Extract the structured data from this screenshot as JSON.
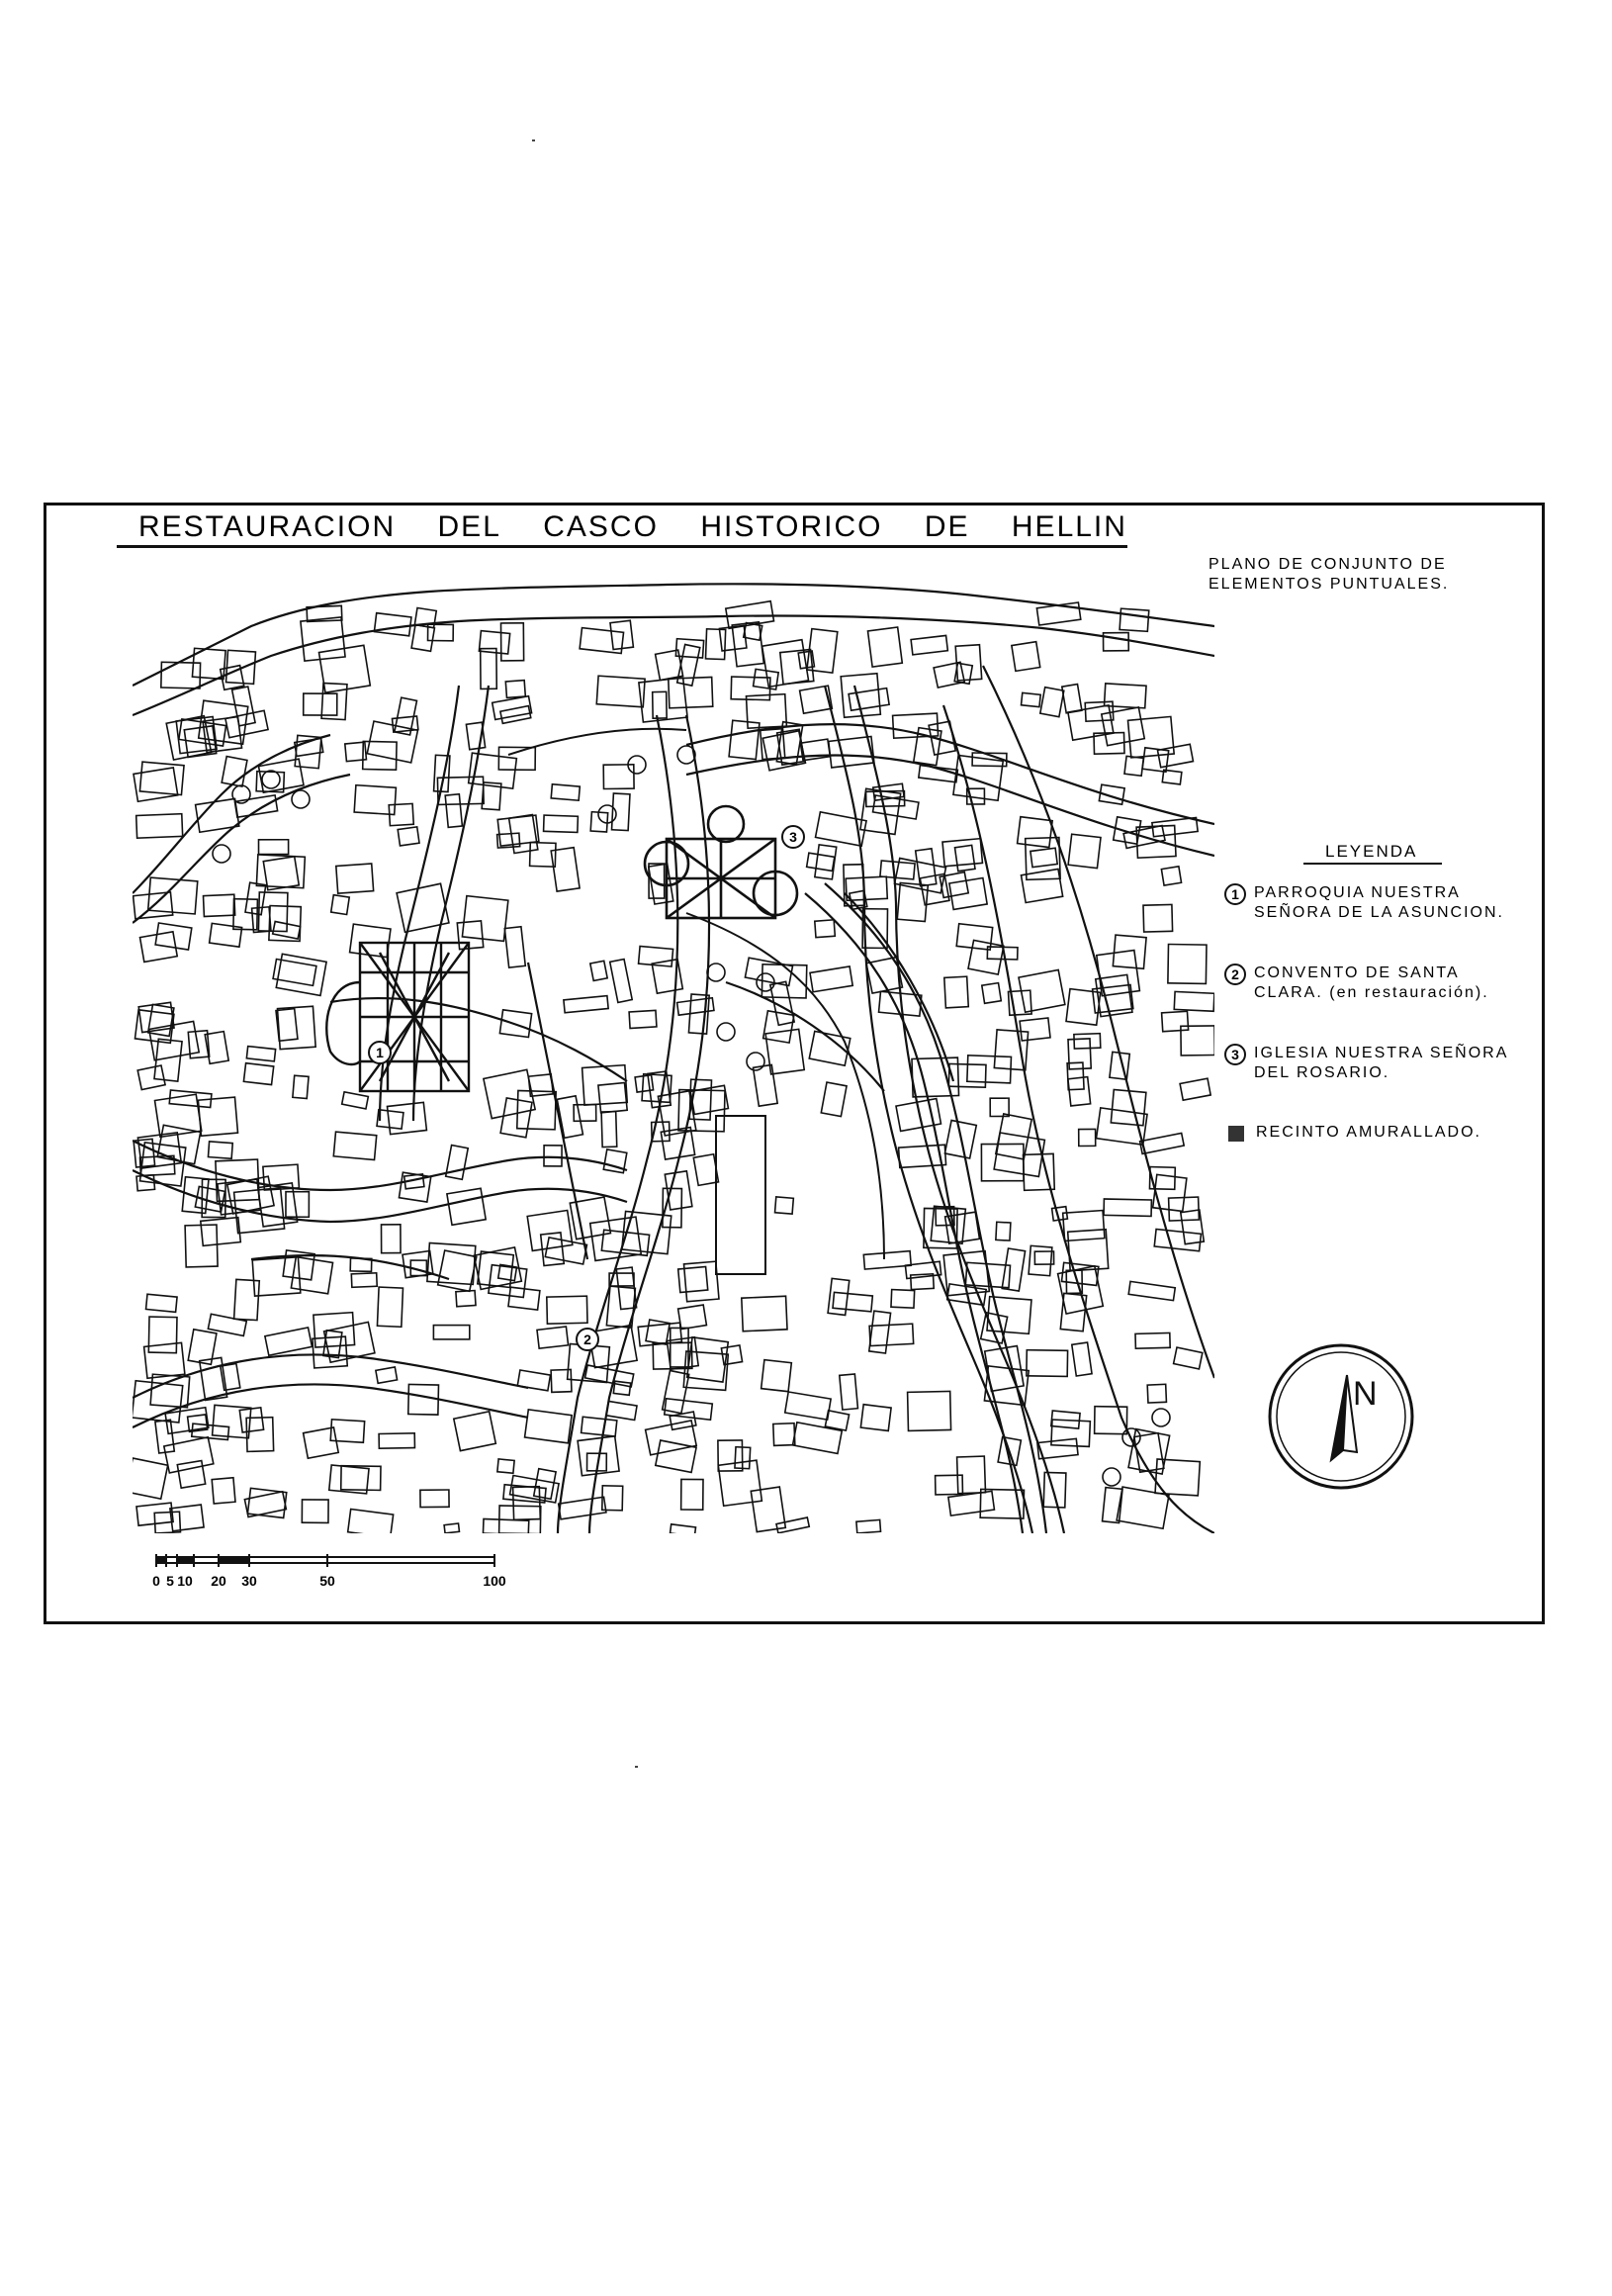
{
  "title_words": [
    "RESTAURACION",
    "DEL",
    "CASCO",
    "HISTORICO",
    "DE",
    "HELLIN"
  ],
  "subtitle": [
    "PLANO DE CONJUNTO DE",
    "ELEMENTOS PUNTUALES."
  ],
  "legend": {
    "title": "LEYENDA",
    "items": [
      {
        "num": "1",
        "lines": [
          "PARROQUIA NUESTRA",
          "SEÑORA DE LA ASUNCION."
        ]
      },
      {
        "num": "2",
        "lines": [
          "CONVENTO DE SANTA",
          "CLARA. (en restauración)."
        ]
      },
      {
        "num": "3",
        "lines": [
          "IGLESIA NUESTRA SEÑORA",
          "DEL ROSARIO."
        ]
      },
      {
        "swatch": "#333333",
        "lines": [
          "RECINTO AMURALLADO."
        ]
      }
    ]
  },
  "map_markers": [
    "1",
    "2",
    "3"
  ],
  "compass_label": "N",
  "scale_labels": [
    "0",
    "5",
    "10",
    "20",
    "30",
    "50",
    "100"
  ],
  "icons": {
    "compass": "north-arrow-icon"
  }
}
